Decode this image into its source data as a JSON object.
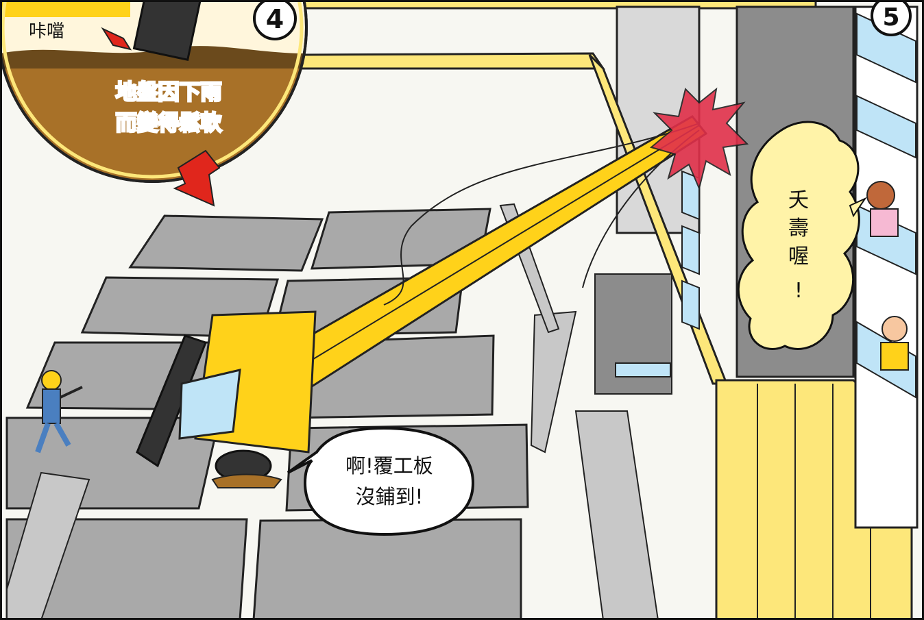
{
  "panel_4": {
    "badge": "4",
    "sound_effect": "咔噹",
    "caption_line_1": "地盤因下雨",
    "caption_line_2": "而變得鬆軟"
  },
  "panel_5": {
    "badge": "5"
  },
  "speech": {
    "worker_line_1": "啊!覆工板",
    "worker_line_2": "沒鋪到!",
    "bystander_chars": [
      "夭",
      "壽",
      "喔",
      "!"
    ]
  },
  "colors": {
    "crane_yellow": "#ffd21a",
    "wall_yellow": "#fde77a",
    "steel_plate_gray": "#a9a9a9",
    "soil_brown": "#a87128",
    "impact_red": "#e0304a",
    "arrow_red": "#e0261c",
    "window_blue": "#bfe4f7"
  },
  "icons": [
    "number-4-badge-icon",
    "number-5-badge-icon",
    "red-arrow-icon",
    "impact-burst-icon"
  ]
}
